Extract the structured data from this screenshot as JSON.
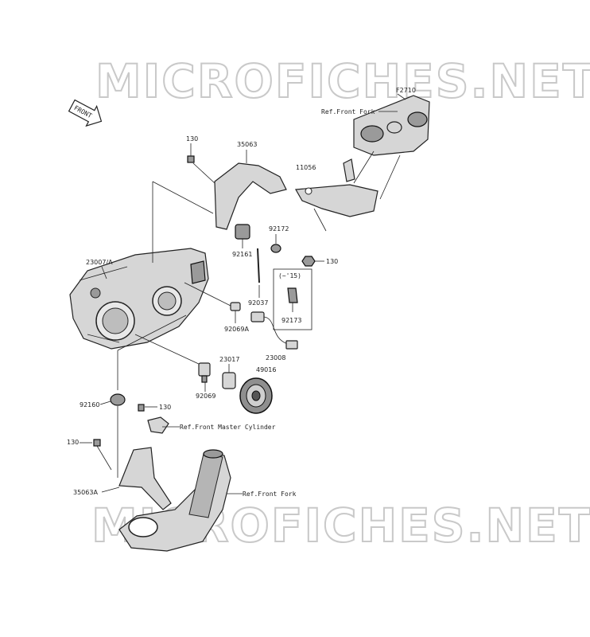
{
  "watermark": "MICROFICHES.NET",
  "front_indicator": "FRONT",
  "callouts": {
    "ref_fig": "F2710",
    "ref_front_fork_top": "Ref.Front Fork",
    "ref_front_fork_bottom": "Ref.Front Fork",
    "ref_master_cylinder": "Ref.Front Master Cylinder",
    "year_note": "(~'15)"
  },
  "parts": {
    "p130_a": "130",
    "p130_b": "130",
    "p130_c": "130",
    "p130_d": "130",
    "p35063": "35063",
    "p35063a": "35063A",
    "p11056": "11056",
    "p92172": "92172",
    "p92161": "92161",
    "p92037": "92037",
    "p92173": "92173",
    "p23007a": "23007/A",
    "p92069a": "92069A",
    "p92069": "92069",
    "p23017": "23017",
    "p23008": "23008",
    "p49016": "49016",
    "p92160": "92160"
  }
}
